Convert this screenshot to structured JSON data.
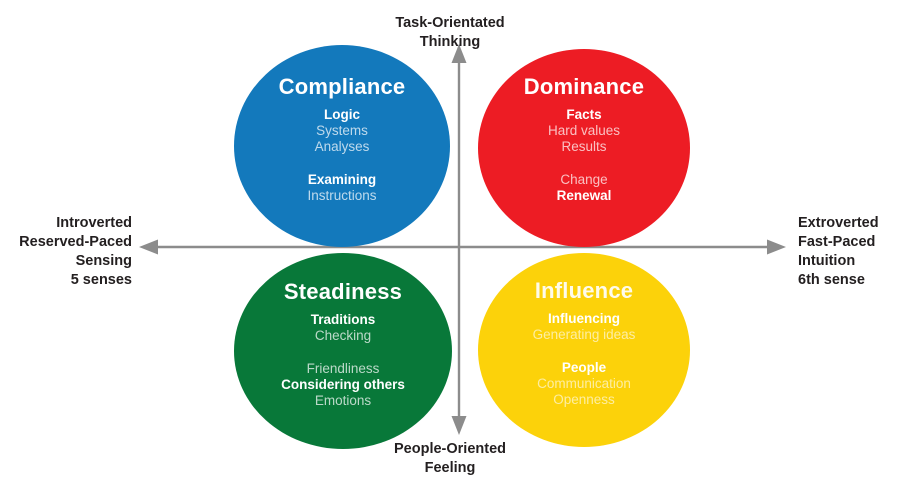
{
  "diagram": {
    "title": "DISC model quadrant diagram",
    "background_color": "#ffffff",
    "axis_color": "#8c8c8c",
    "text_color": "#231f20"
  },
  "axes": {
    "top": {
      "line1": "Task-Orientated",
      "line2": "Thinking"
    },
    "bottom": {
      "line1": "People-Oriented",
      "line2": "Feeling"
    },
    "left": {
      "line1": "Introverted",
      "line2": "Reserved-Paced",
      "line3": "Sensing",
      "line4": "5 senses"
    },
    "right": {
      "line1": "Extroverted",
      "line2": "Fast-Paced",
      "line3": "Intuition",
      "line4": "6th sense"
    }
  },
  "quadrants": [
    {
      "id": "compliance",
      "title": "Compliance",
      "color": "#1379bc",
      "position": "top-left",
      "group1": [
        {
          "text": "Logic",
          "weight": "bold"
        },
        {
          "text": "Systems",
          "weight": "light"
        },
        {
          "text": "Analyses",
          "weight": "light"
        }
      ],
      "group2": [
        {
          "text": "Examining",
          "weight": "bold"
        },
        {
          "text": "Instructions",
          "weight": "light"
        }
      ]
    },
    {
      "id": "dominance",
      "title": "Dominance",
      "color": "#ed1c24",
      "position": "top-right",
      "group1": [
        {
          "text": "Facts",
          "weight": "bold"
        },
        {
          "text": "Hard values",
          "weight": "light"
        },
        {
          "text": "Results",
          "weight": "light"
        }
      ],
      "group2": [
        {
          "text": "Change",
          "weight": "light"
        },
        {
          "text": "Renewal",
          "weight": "bold"
        }
      ]
    },
    {
      "id": "steadiness",
      "title": "Steadiness",
      "color": "#087839",
      "position": "bottom-left",
      "group1": [
        {
          "text": "Traditions",
          "weight": "bold"
        },
        {
          "text": "Checking",
          "weight": "light"
        }
      ],
      "group2": [
        {
          "text": "Friendliness",
          "weight": "light"
        },
        {
          "text": "Considering others",
          "weight": "bold"
        },
        {
          "text": "Emotions",
          "weight": "light"
        }
      ]
    },
    {
      "id": "influence",
      "title": "Influence",
      "color": "#fcd20a",
      "position": "bottom-right",
      "group1": [
        {
          "text": "Influencing",
          "weight": "bold"
        },
        {
          "text": "Generating ideas",
          "weight": "light"
        }
      ],
      "group2": [
        {
          "text": "People",
          "weight": "bold"
        },
        {
          "text": "Communication",
          "weight": "light"
        },
        {
          "text": "Openness",
          "weight": "light"
        }
      ]
    }
  ]
}
